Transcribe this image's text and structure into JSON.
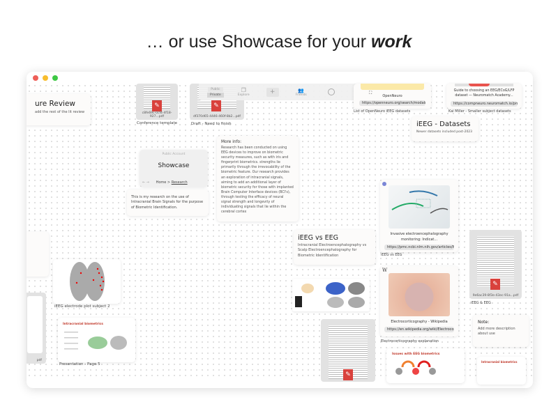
{
  "heading": {
    "prefix": "… or use Showcase for your",
    "emphasis": "work"
  },
  "window": {
    "traffic_lights": [
      "#ee5f58",
      "#f8bd2e",
      "#3ec845"
    ]
  },
  "toolbar": {
    "public": "Public",
    "private": "Private",
    "explore": "Explore",
    "add": "+",
    "friends": "Friends"
  },
  "cards": {
    "lit_review": {
      "title": "ure Review",
      "subtitle": "add the rest of the lit review"
    },
    "pdf1": {
      "file": "c8fe69c-0cf4-4f18-927...pdf",
      "caption": "Conference template"
    },
    "pdf2": {
      "file": "df370d65-4446-460f-8b2...pdf",
      "caption": "Draft - Need to finish"
    },
    "openneuro": {
      "title": "OpenNeuro",
      "url": "https://openneuro.org/search/modality/ie...",
      "caption": "List of OpenNeuro iEEG datasets"
    },
    "kai": {
      "title": "Guide to choosing an EEG/ECoG/LFP dataset — Neuromatch Academy...",
      "url": "https://compneuro.neuromatch.io/projects...",
      "caption": "Kai Miller - Smaller subject datasets"
    },
    "datasets": {
      "title": "iEEG - Datasets",
      "subtitle": "Newer datasets included post-2023"
    },
    "showcase": {
      "account": "Public Account",
      "title": "Showcase",
      "crumb_home": "Home >",
      "crumb_current": "Research"
    },
    "description": {
      "text": "This is my research on the use of Intracranial Brain Signals for the purpose of Biometric Identification."
    },
    "more_info": {
      "title": "More info:",
      "text": "Research has been conducted on using EEG devices to improve on biometric security measures, such as with iris and fingerprint biometrics. strengths lie primarily through the irrevocability of the biometric feature. Our research provides an exploration of intracranial signals, aiming to add an additional layer of biometric security for those with implanted Brain Computer Interface devices (BCI's), through testing the efficacy of neural signal strength and longevity of individuating signals that lie within the cerebral cortex"
    },
    "ieeg_vs_eeg": {
      "title": "iEEG vs EEG",
      "subtitle": "Intracranial Electroencephalography vs Scalp Electroencephalography for Biometric Identification"
    },
    "invasive": {
      "title": "Invasive electroencephalography monitoring: Indicat...",
      "url": "https://pmc.ncbi.nlm.nih.gov/articles/PM...",
      "caption": "iEEG vs EEG"
    },
    "pdf3": {
      "file": "9e6ac39-8f3e-43ec-91a...pdf",
      "caption": "iEEG & EEG"
    },
    "electrode": {
      "caption": "iEEG electrode plot subject 2"
    },
    "wiki": {
      "badge": "W",
      "title": "Electrocorticography - Wikipedia",
      "url": "https://en.wikipedia.org/wiki/Electrocor...",
      "caption": "Electrocorticography explanation"
    },
    "presentation": {
      "slide_title": "Intracranial biometrics",
      "caption": "Presentation - Page 5"
    },
    "left_pdf": {
      "file": "pdf"
    },
    "note": {
      "title": "Note:",
      "text": "Add more description about use"
    },
    "issues": {
      "slide_title": "Issues with EEG biometrics"
    },
    "intracranial2": {
      "slide_title": "Intracranial biometrics"
    }
  }
}
